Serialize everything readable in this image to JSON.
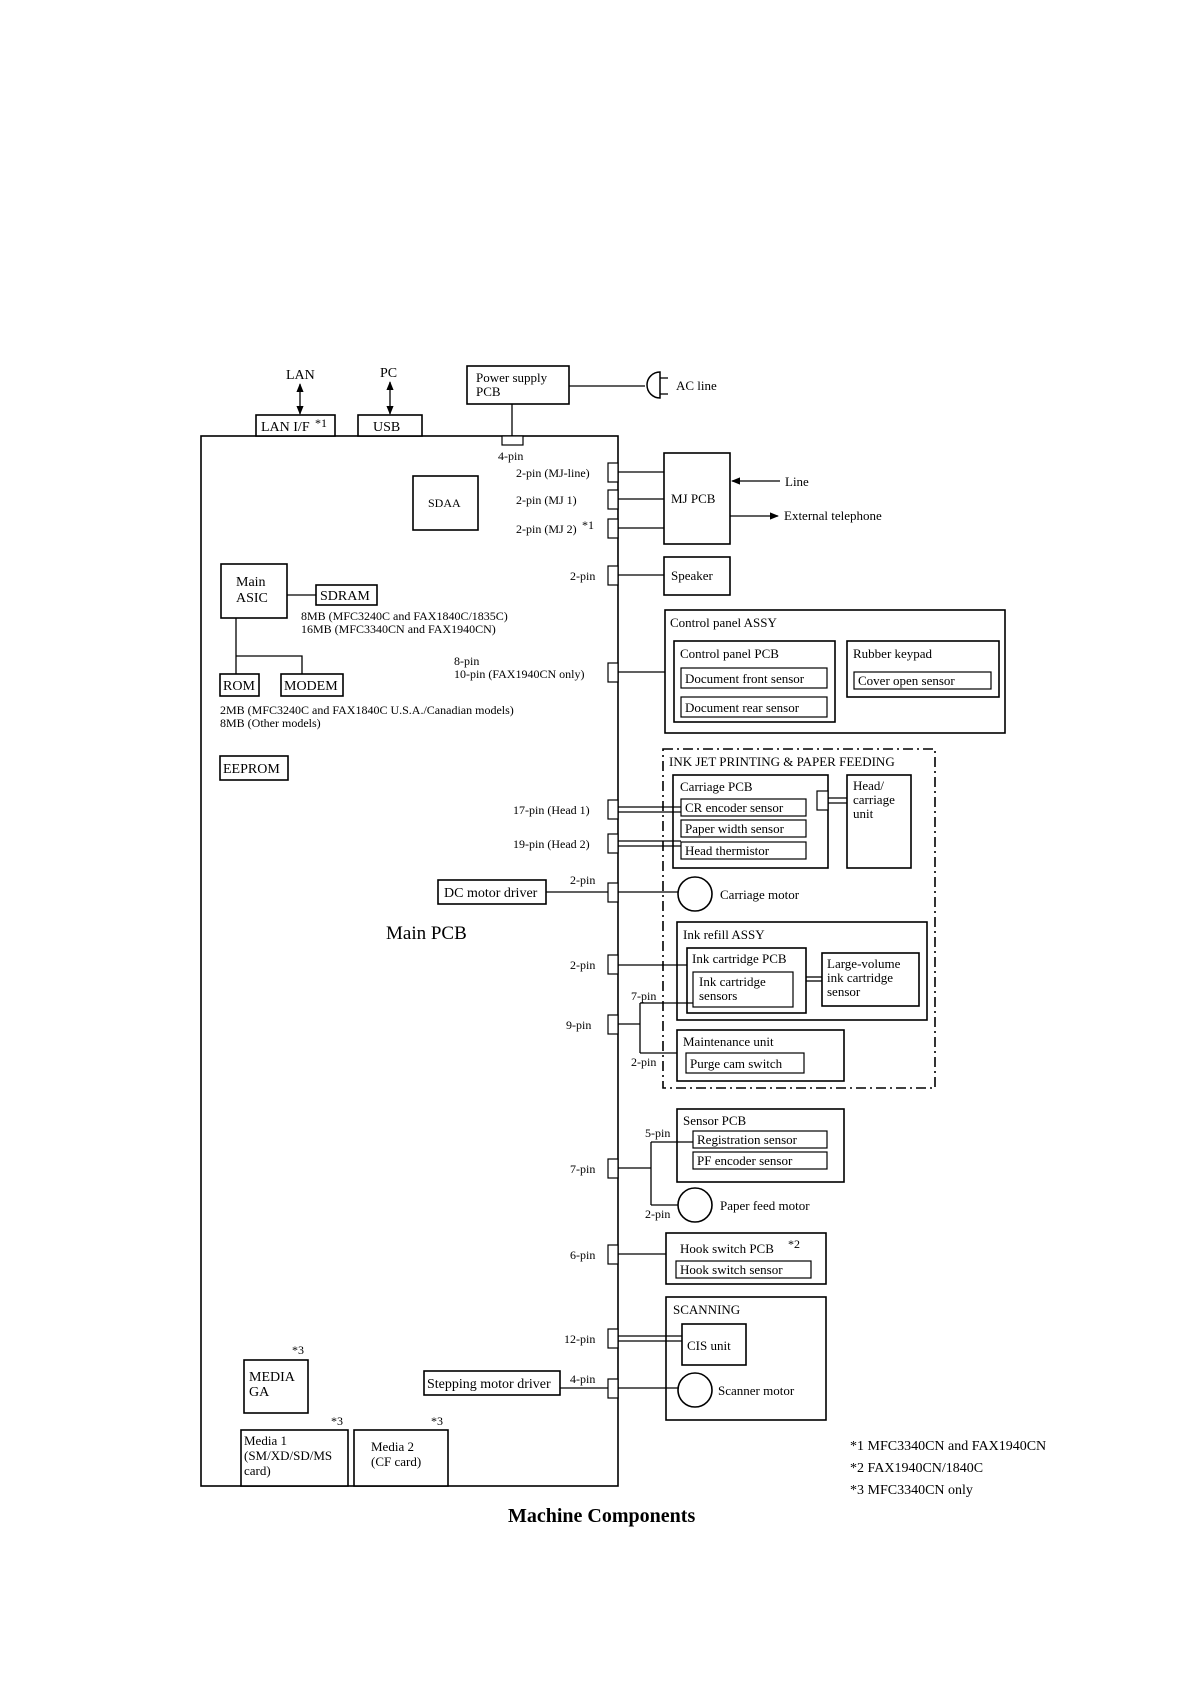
{
  "title": "Machine Components",
  "main_pcb": {
    "label": "Main PCB",
    "sdaa": "SDAA",
    "main_asic": [
      "Main",
      "ASIC"
    ],
    "sdram": "SDRAM",
    "sdram_note": [
      "8MB (MFC3240C and FAX1840C/1835C)",
      "16MB (MFC3340CN and FAX1940CN)"
    ],
    "rom": "ROM",
    "modem": "MODEM",
    "rom_note": [
      "2MB (MFC3240C and FAX1840C U.S.A./Canadian models)",
      "8MB (Other models)"
    ],
    "eeprom": "EEPROM",
    "dc_motor_driver": "DC motor driver",
    "stepping_motor_driver": "Stepping motor driver",
    "media_ga": [
      "MEDIA",
      "GA"
    ],
    "media_ga_note": "*3",
    "media1": [
      "Media 1",
      "(SM/XD/SD/MS",
      "card)"
    ],
    "media1_note": "*3",
    "media2": [
      "Media 2",
      "(CF card)"
    ],
    "media2_note": "*3"
  },
  "top": {
    "lan": "LAN",
    "pc": "PC",
    "lan_if": "LAN I/F",
    "lan_if_note": "*1",
    "usb": "USB",
    "power_supply": [
      "Power supply",
      "PCB"
    ],
    "ac_line": "AC line",
    "four_pin": "4-pin"
  },
  "connectors": {
    "mj_line": "2-pin (MJ-line)",
    "mj1": "2-pin (MJ 1)",
    "mj2": "2-pin (MJ 2)",
    "mj2_note": "*1",
    "speaker": "2-pin",
    "control_panel": [
      "8-pin",
      "10-pin (FAX1940CN only)"
    ],
    "head1": "17-pin (Head 1)",
    "head2": "19-pin (Head 2)",
    "carriage_motor": "2-pin",
    "ink_refill": "2-pin",
    "nine_pin": "9-pin",
    "seven_pin_ink": "7-pin",
    "two_pin_purge": "2-pin",
    "seven_pin_sensor": "7-pin",
    "five_pin": "5-pin",
    "two_pin_pf": "2-pin",
    "six_pin": "6-pin",
    "twelve_pin": "12-pin",
    "four_pin_scanner": "4-pin"
  },
  "mj_pcb": {
    "label": "MJ PCB",
    "line": "Line",
    "external_telephone": "External telephone"
  },
  "speaker": "Speaker",
  "control_panel": {
    "title": "Control panel ASSY",
    "pcb": "Control panel PCB",
    "document_front_sensor": "Document front sensor",
    "document_rear_sensor": "Document rear sensor",
    "rubber_keypad": "Rubber keypad",
    "cover_open_sensor": "Cover open sensor"
  },
  "inkjet": {
    "title": "INK JET PRINTING & PAPER FEEDING",
    "carriage_pcb": "Carriage PCB",
    "cr_encoder_sensor": "CR encoder sensor",
    "paper_width_sensor": "Paper width sensor",
    "head_thermistor": "Head thermistor",
    "head_carriage_unit": [
      "Head/",
      "carriage",
      "unit"
    ],
    "carriage_motor": "Carriage motor",
    "ink_refill_assy": "Ink refill ASSY",
    "ink_cartridge_pcb": "Ink cartridge PCB",
    "ink_cartridge_sensors": [
      "Ink cartridge",
      "sensors"
    ],
    "large_volume_sensor": [
      "Large-volume",
      "ink cartridge",
      "sensor"
    ],
    "maintenance_unit": "Maintenance unit",
    "purge_cam_switch": "Purge cam switch"
  },
  "sensor_pcb": {
    "title": "Sensor PCB",
    "registration_sensor": "Registration sensor",
    "pf_encoder_sensor": "PF encoder sensor",
    "paper_feed_motor": "Paper feed motor"
  },
  "hook_switch": {
    "title": "Hook switch PCB",
    "title_note": "*2",
    "sensor": "Hook switch sensor"
  },
  "scanning": {
    "title": "SCANNING",
    "cis_unit": "CIS unit",
    "scanner_motor": "Scanner motor"
  },
  "notes": [
    "*1  MFC3340CN and FAX1940CN",
    "*2  FAX1940CN/1840C",
    "*3  MFC3340CN only"
  ]
}
